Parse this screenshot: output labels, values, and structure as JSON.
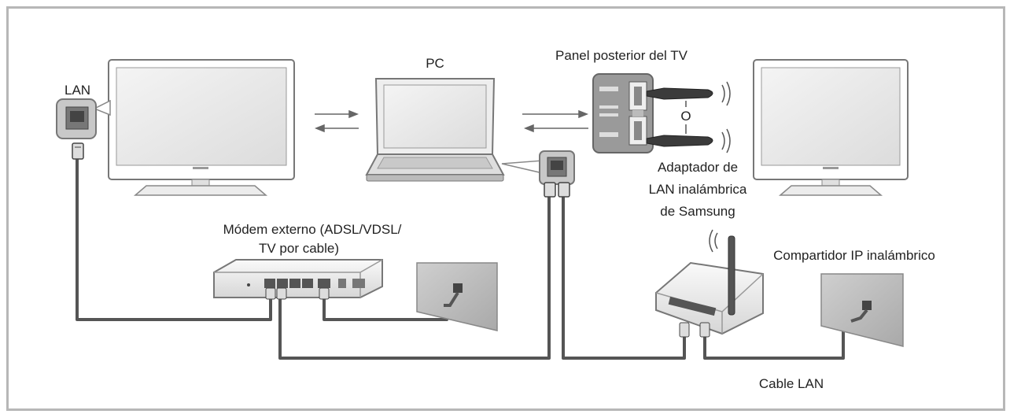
{
  "labels": {
    "lan": "LAN",
    "pc": "PC",
    "tv_back_panel": "Panel posterior del TV",
    "or": "O",
    "adapter_line1": "Adaptador de",
    "adapter_line2": "LAN inalámbrica",
    "adapter_line3": "de Samsung",
    "modem_line1": "Módem externo (ADSL/VDSL/",
    "modem_line2": "TV por cable)",
    "wireless_ip_sharer": "Compartidor IP inalámbrico",
    "lan_cable": "Cable LAN"
  },
  "colors": {
    "frame": "#b7b7b7",
    "cable": "#555555",
    "device_stroke": "#6e6e6e",
    "text": "#222222"
  }
}
